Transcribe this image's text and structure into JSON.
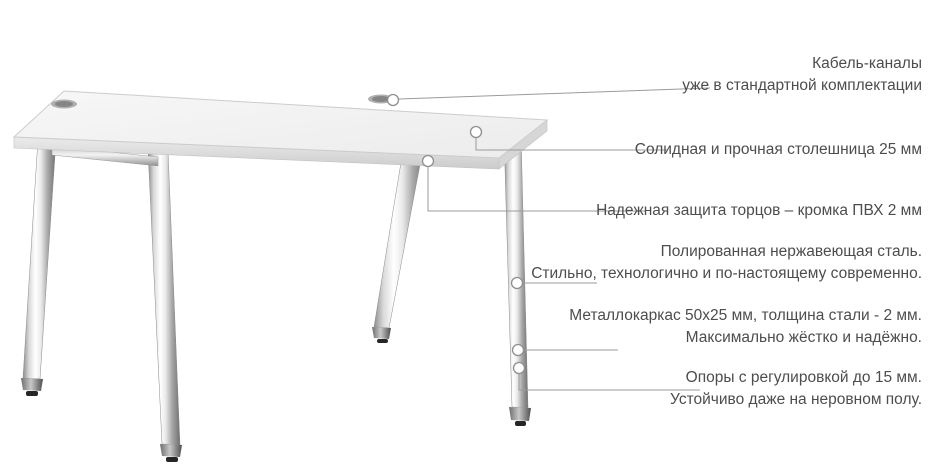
{
  "page": {
    "language": "ru",
    "background": "#ffffff"
  },
  "colors": {
    "annotation_text": "#4d4d4d",
    "leader_line": "#9b9b9b",
    "tabletop": "#f2f2f2",
    "tabletop_edge": "#d2d2d2",
    "chrome_highlight": "#ffffff",
    "chrome_shadow": "#6f6f6f",
    "foot_pad": "#262626"
  },
  "annotations": [
    {
      "lines": [
        "Кабель-каналы",
        "уже в стандартной комплектации"
      ]
    },
    {
      "lines": [
        "Солидная и прочная столешница 25 мм"
      ]
    },
    {
      "lines": [
        "Надежная защита торцов – кромка ПВХ 2 мм"
      ]
    },
    {
      "lines": [
        "Полированная нержавеющая сталь.",
        "Стильно, технологично и по-настоящему современно."
      ]
    },
    {
      "lines": [
        "Металлокаркас 50х25 мм, толщина стали - 2 мм.",
        "Максимально жёстко и надёжно."
      ]
    },
    {
      "lines": [
        "Опоры с регулировкой до 15 мм.",
        "Устойчиво даже на неровном полу."
      ]
    }
  ]
}
